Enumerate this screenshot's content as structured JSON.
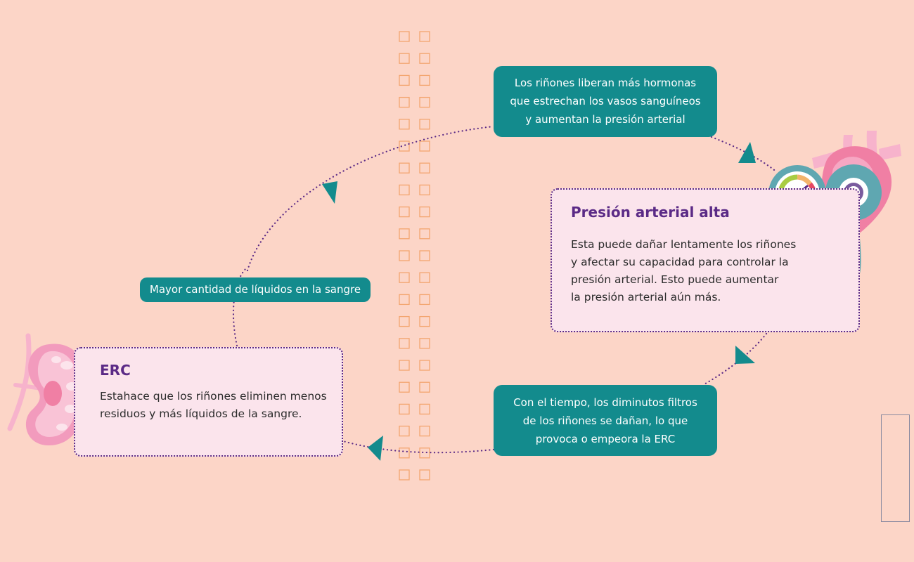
{
  "colors": {
    "background": "#fcd5c7",
    "teal": "#138b8d",
    "card_fill": "#fbe4ec",
    "purple": "#5b2a86",
    "square_outline": "#f3a56f",
    "kidney_pink": "#f29bbd"
  },
  "icons": {
    "kidney": "kidney-icon",
    "heart": "heart-icon",
    "gauge": "blood-pressure-gauge-icon",
    "stethoscope": "stethoscope-icon",
    "arrows": "triangle-arrow-icon"
  },
  "nodes": {
    "hormones": {
      "lines": [
        "Los riñones liberan más hormonas",
        "que estrechan los vasos sanguíneos",
        "y aumentan la presión arterial"
      ]
    },
    "high_pressure": {
      "title": "Presión arterial alta",
      "lines": [
        "Esta puede dañar lentamente los riñones",
        "y afectar su capacidad para controlar la",
        "presión arterial. Esto puede aumentar",
        "la presión arterial aún más."
      ]
    },
    "filters": {
      "lines": [
        "Con el tiempo, los diminutos filtros",
        "de los riñones se dañan, lo que",
        "provoca o empeora la ERC"
      ]
    },
    "erc": {
      "title": "ERC",
      "lines": [
        "Estahace que los riñones eliminen menos",
        "residuos y más líquidos de la sangre."
      ]
    },
    "fluids": {
      "label": "Mayor cantidad de líquidos en la sangre"
    }
  }
}
